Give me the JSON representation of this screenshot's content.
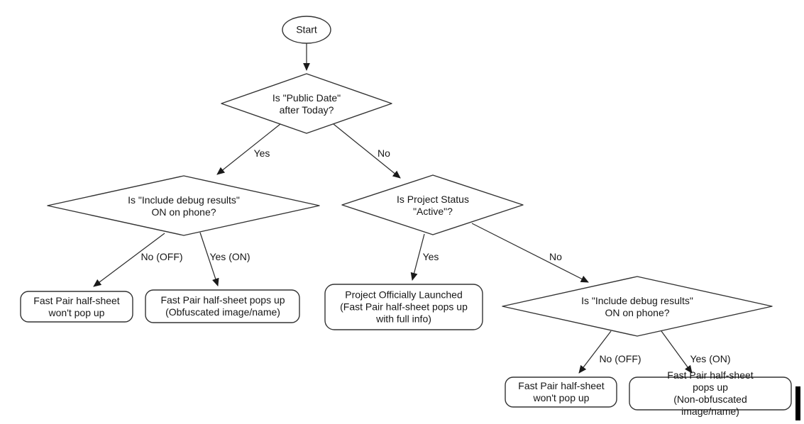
{
  "diagram": {
    "type": "flowchart",
    "colors": {
      "background": "#ffffff",
      "node_fill": "#ffffff",
      "node_stroke": "#333333",
      "text": "#161616",
      "arrow": "#1a1a1a",
      "cursor_artifact": "#000000"
    },
    "nodes": [
      {
        "id": "start",
        "type": "terminator",
        "label": "Start"
      },
      {
        "id": "public-date-decision",
        "type": "decision",
        "label": "Is \"Public Date\"\nafter Today?"
      },
      {
        "id": "debug-left-decision",
        "type": "decision",
        "label": "Is \"Include debug results\"\nON on phone?"
      },
      {
        "id": "project-status-decision",
        "type": "decision",
        "label": "Is Project Status\n\"Active\"?"
      },
      {
        "id": "debug-right-decision",
        "type": "decision",
        "label": "Is \"Include debug results\"\nON on phone?"
      },
      {
        "id": "no-popup-left",
        "type": "process",
        "label": "Fast Pair half-sheet\nwon't pop up"
      },
      {
        "id": "obfuscated-popup",
        "type": "process",
        "label": "Fast Pair half-sheet pops up\n(Obfuscated image/name)"
      },
      {
        "id": "launched",
        "type": "process",
        "label": "Project Officially Launched\n(Fast Pair half-sheet pops up\nwith full info)"
      },
      {
        "id": "no-popup-right",
        "type": "process",
        "label": "Fast Pair half-sheet\nwon't pop up"
      },
      {
        "id": "non-obfuscated-popup",
        "type": "process",
        "label": "Fast Pair half-sheet pops up\n(Non-obfuscated image/name)"
      }
    ],
    "edges": [
      {
        "from": "start",
        "to": "public-date-decision",
        "label": ""
      },
      {
        "from": "public-date-decision",
        "to": "debug-left-decision",
        "label": "Yes"
      },
      {
        "from": "public-date-decision",
        "to": "project-status-decision",
        "label": "No"
      },
      {
        "from": "debug-left-decision",
        "to": "no-popup-left",
        "label": "No (OFF)"
      },
      {
        "from": "debug-left-decision",
        "to": "obfuscated-popup",
        "label": "Yes (ON)"
      },
      {
        "from": "project-status-decision",
        "to": "launched",
        "label": "Yes"
      },
      {
        "from": "project-status-decision",
        "to": "debug-right-decision",
        "label": "No"
      },
      {
        "from": "debug-right-decision",
        "to": "no-popup-right",
        "label": "No (OFF)"
      },
      {
        "from": "debug-right-decision",
        "to": "non-obfuscated-popup",
        "label": "Yes (ON)"
      }
    ]
  }
}
